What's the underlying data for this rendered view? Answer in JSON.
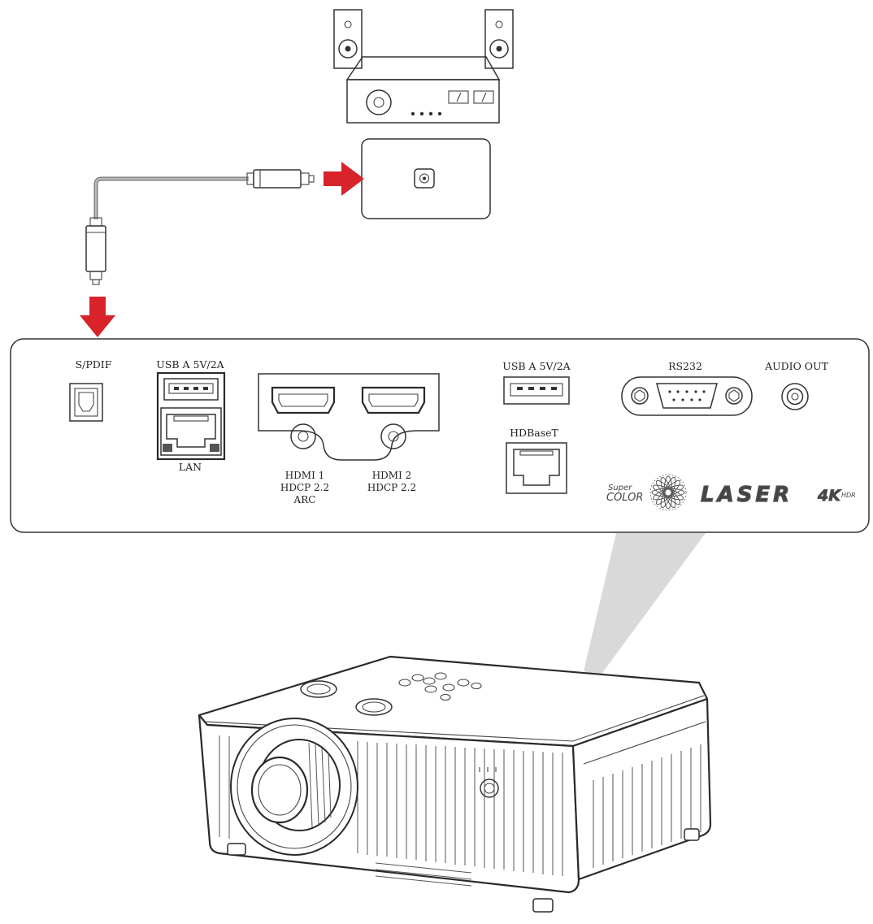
{
  "panel": {
    "ports": {
      "spdif": "S/PDIF",
      "usb_a_left": "USB A 5V/2A",
      "lan": "LAN",
      "hdmi1": [
        "HDMI 1",
        "HDCP 2.2",
        "ARC"
      ],
      "hdmi2": [
        "HDMI 2",
        "HDCP 2.2"
      ],
      "usb_a_right": "USB A  5V/2A",
      "hdbaset": "HDBaseT",
      "rs232": "RS232",
      "audio_out": "AUDIO OUT"
    },
    "logos": {
      "super_color": [
        "Super",
        "COLOR"
      ],
      "laser": "LASER",
      "uhd": [
        "4K",
        "HDR"
      ]
    }
  },
  "colors": {
    "arrow": "#d8232a",
    "line": "#333333",
    "cable": "#888888",
    "beam": "#d9d9d9"
  }
}
